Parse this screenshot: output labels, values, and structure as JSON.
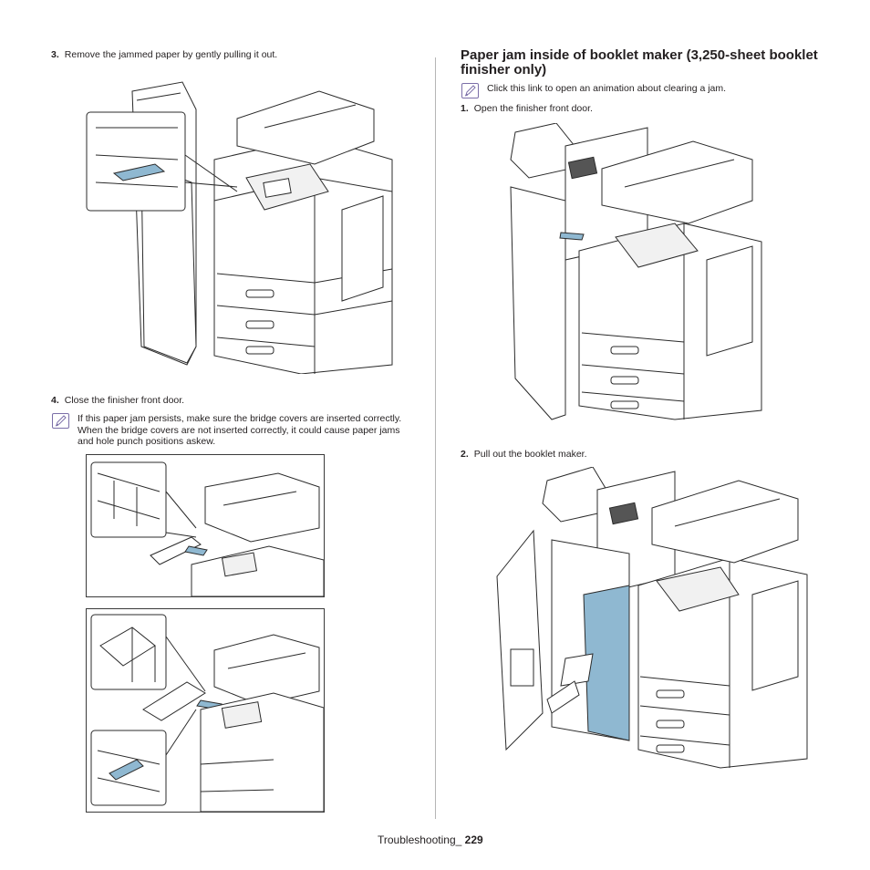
{
  "left": {
    "step3": {
      "number": "3.",
      "text": "Remove the jammed paper by gently pulling it out."
    },
    "step4": {
      "number": "4.",
      "text": "Close the finisher front door."
    },
    "note": {
      "icon": "note-pencil-icon",
      "text": "If this paper jam persists, make sure the bridge covers are inserted correctly. When the bridge covers are not inserted correctly, it could cause paper jams and hole punch positions askew."
    }
  },
  "right": {
    "heading": "Paper jam inside of booklet maker (3,250-sheet booklet finisher only)",
    "note": {
      "icon": "note-pencil-icon",
      "text": "Click this link to open an animation about clearing a jam."
    },
    "step1": {
      "number": "1.",
      "text": "Open the finisher front door."
    },
    "step2": {
      "number": "2.",
      "text": "Pull out the booklet maker."
    }
  },
  "footer": {
    "label": "Troubleshooting_",
    "page": "229"
  },
  "colors": {
    "accent_blue": "#8fb8d1",
    "note_border": "#7b6fa8",
    "text": "#231f20"
  }
}
